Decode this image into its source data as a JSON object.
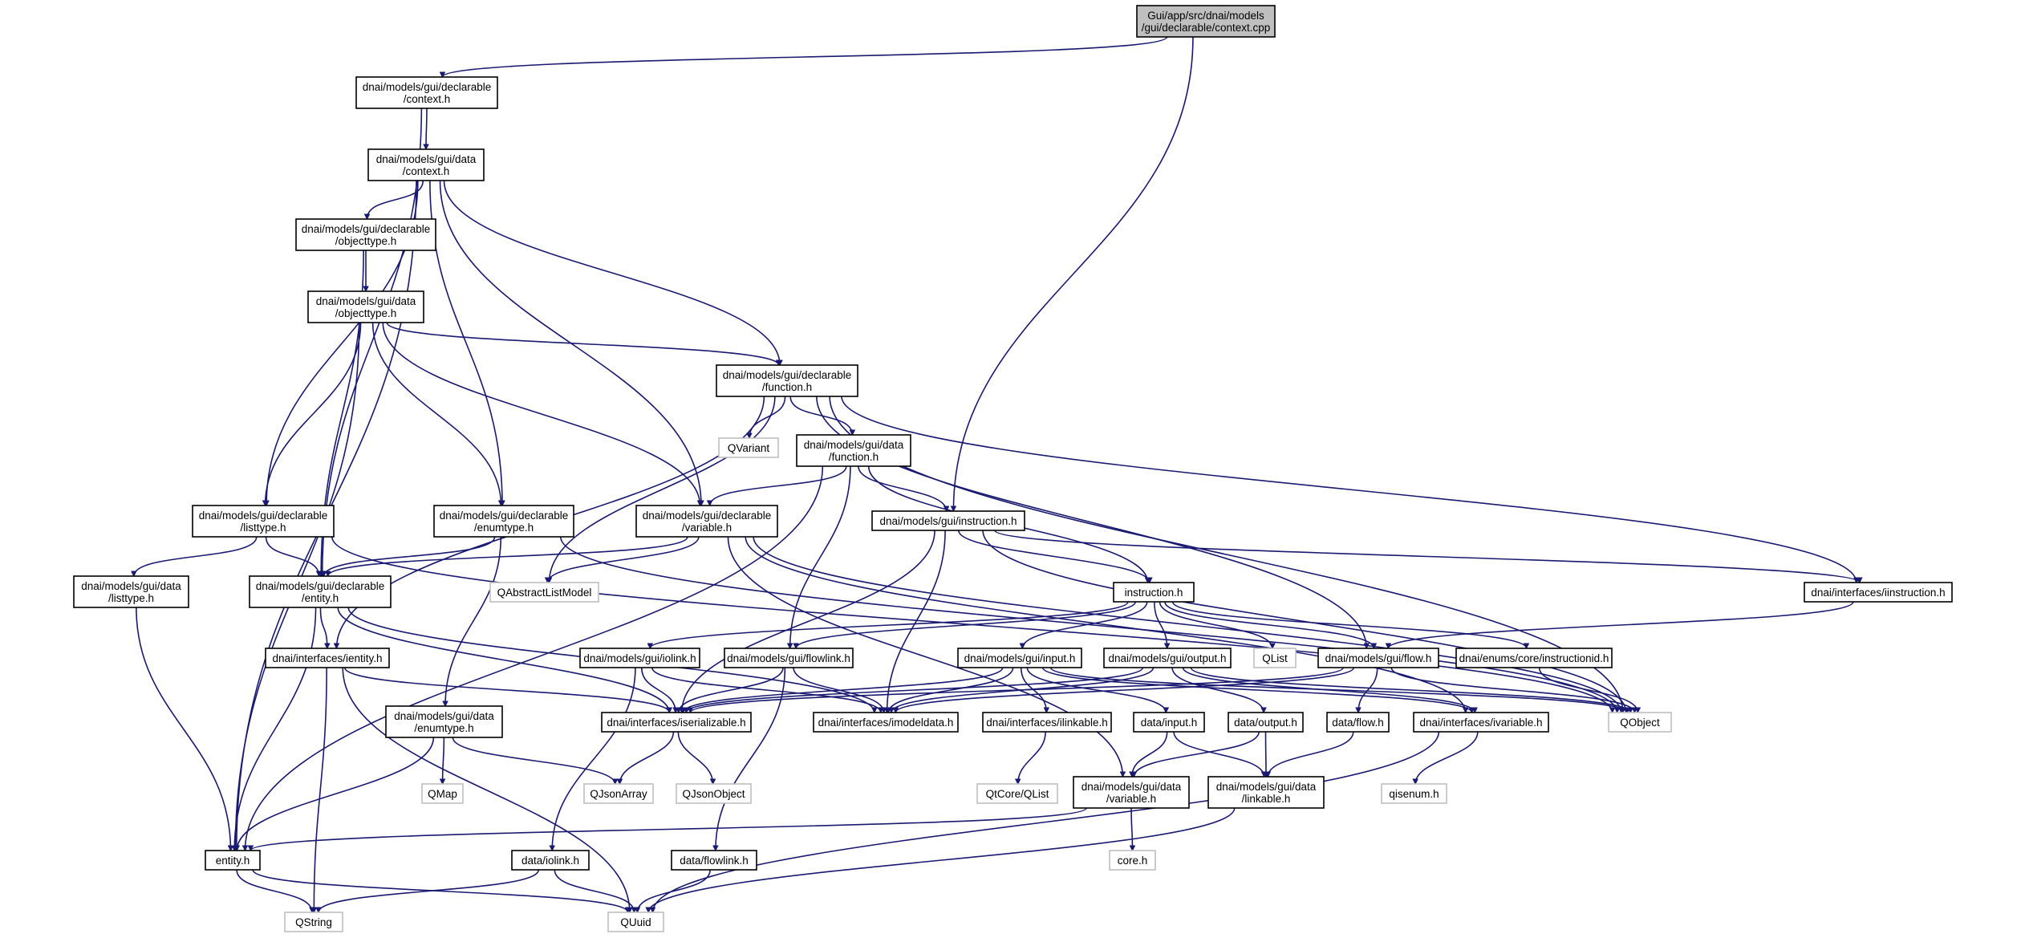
{
  "title": "Gui/app/src/dnai/models/gui/declarable/context.cpp",
  "colors": {
    "edge": "#191970",
    "root_fill": "#bfbfbf",
    "external_border": "#bfbfbf",
    "border": "#000000"
  },
  "nodes": [
    {
      "id": "root",
      "lines": [
        "Gui/app/src/dnai/models",
        "/gui/declarable/context.cpp"
      ],
      "kind": "root"
    },
    {
      "id": "decl_context",
      "lines": [
        "dnai/models/gui/declarable",
        "/context.h"
      ],
      "kind": "file"
    },
    {
      "id": "data_context",
      "lines": [
        "dnai/models/gui/data",
        "/context.h"
      ],
      "kind": "file"
    },
    {
      "id": "decl_objecttype",
      "lines": [
        "dnai/models/gui/declarable",
        "/objecttype.h"
      ],
      "kind": "file"
    },
    {
      "id": "data_objecttype",
      "lines": [
        "dnai/models/gui/data",
        "/objecttype.h"
      ],
      "kind": "file"
    },
    {
      "id": "decl_function",
      "lines": [
        "dnai/models/gui/declarable",
        "/function.h"
      ],
      "kind": "file"
    },
    {
      "id": "qvariant",
      "lines": [
        "QVariant"
      ],
      "kind": "external"
    },
    {
      "id": "data_function",
      "lines": [
        "dnai/models/gui/data",
        "/function.h"
      ],
      "kind": "file"
    },
    {
      "id": "decl_listtype",
      "lines": [
        "dnai/models/gui/declarable",
        "/listtype.h"
      ],
      "kind": "file"
    },
    {
      "id": "decl_enumtype",
      "lines": [
        "dnai/models/gui/declarable",
        "/enumtype.h"
      ],
      "kind": "file"
    },
    {
      "id": "decl_variable",
      "lines": [
        "dnai/models/gui/declarable",
        "/variable.h"
      ],
      "kind": "file"
    },
    {
      "id": "gui_instruction",
      "lines": [
        "dnai/models/gui/instruction.h"
      ],
      "kind": "file"
    },
    {
      "id": "data_listtype",
      "lines": [
        "dnai/models/gui/data",
        "/listtype.h"
      ],
      "kind": "file"
    },
    {
      "id": "decl_entity",
      "lines": [
        "dnai/models/gui/declarable",
        "/entity.h"
      ],
      "kind": "file"
    },
    {
      "id": "qabstractlistmodel",
      "lines": [
        "QAbstractListModel"
      ],
      "kind": "external"
    },
    {
      "id": "instruction",
      "lines": [
        "instruction.h"
      ],
      "kind": "file"
    },
    {
      "id": "iinstruction",
      "lines": [
        "dnai/interfaces/iinstruction.h"
      ],
      "kind": "file"
    },
    {
      "id": "ientity",
      "lines": [
        "dnai/interfaces/ientity.h"
      ],
      "kind": "file"
    },
    {
      "id": "iolink",
      "lines": [
        "dnai/models/gui/iolink.h"
      ],
      "kind": "file"
    },
    {
      "id": "flowlink",
      "lines": [
        "dnai/models/gui/flowlink.h"
      ],
      "kind": "file"
    },
    {
      "id": "input",
      "lines": [
        "dnai/models/gui/input.h"
      ],
      "kind": "file"
    },
    {
      "id": "output",
      "lines": [
        "dnai/models/gui/output.h"
      ],
      "kind": "file"
    },
    {
      "id": "qlist",
      "lines": [
        "QList"
      ],
      "kind": "external"
    },
    {
      "id": "gui_flow",
      "lines": [
        "dnai/models/gui/flow.h"
      ],
      "kind": "file"
    },
    {
      "id": "instructionid",
      "lines": [
        "dnai/enums/core/instructionid.h"
      ],
      "kind": "file"
    },
    {
      "id": "data_enumtype",
      "lines": [
        "dnai/models/gui/data",
        "/enumtype.h"
      ],
      "kind": "file"
    },
    {
      "id": "iserializable",
      "lines": [
        "dnai/interfaces/iserializable.h"
      ],
      "kind": "file"
    },
    {
      "id": "imodeldata",
      "lines": [
        "dnai/interfaces/imodeldata.h"
      ],
      "kind": "file"
    },
    {
      "id": "ilinkable",
      "lines": [
        "dnai/interfaces/ilinkable.h"
      ],
      "kind": "file"
    },
    {
      "id": "data_input",
      "lines": [
        "data/input.h"
      ],
      "kind": "file"
    },
    {
      "id": "data_output",
      "lines": [
        "data/output.h"
      ],
      "kind": "file"
    },
    {
      "id": "data_flow",
      "lines": [
        "data/flow.h"
      ],
      "kind": "file"
    },
    {
      "id": "ivariable",
      "lines": [
        "dnai/interfaces/ivariable.h"
      ],
      "kind": "file"
    },
    {
      "id": "qobject",
      "lines": [
        "QObject"
      ],
      "kind": "external"
    },
    {
      "id": "qmap",
      "lines": [
        "QMap"
      ],
      "kind": "external"
    },
    {
      "id": "qjsonarray",
      "lines": [
        "QJsonArray"
      ],
      "kind": "external"
    },
    {
      "id": "qjsonobject",
      "lines": [
        "QJsonObject"
      ],
      "kind": "external"
    },
    {
      "id": "qtcore_qlist",
      "lines": [
        "QtCore/QList"
      ],
      "kind": "external"
    },
    {
      "id": "data_variable",
      "lines": [
        "dnai/models/gui/data",
        "/variable.h"
      ],
      "kind": "file"
    },
    {
      "id": "data_linkable",
      "lines": [
        "dnai/models/gui/data",
        "/linkable.h"
      ],
      "kind": "file"
    },
    {
      "id": "qisenum",
      "lines": [
        "qisenum.h"
      ],
      "kind": "external"
    },
    {
      "id": "entity",
      "lines": [
        "entity.h"
      ],
      "kind": "file"
    },
    {
      "id": "data_iolink",
      "lines": [
        "data/iolink.h"
      ],
      "kind": "file"
    },
    {
      "id": "data_flowlink",
      "lines": [
        "data/flowlink.h"
      ],
      "kind": "file"
    },
    {
      "id": "core",
      "lines": [
        "core.h"
      ],
      "kind": "external"
    },
    {
      "id": "qstring",
      "lines": [
        "QString"
      ],
      "kind": "external"
    },
    {
      "id": "quuid",
      "lines": [
        "QUuid"
      ],
      "kind": "external"
    }
  ],
  "edges": [
    [
      "root",
      "decl_context"
    ],
    [
      "root",
      "gui_instruction"
    ],
    [
      "decl_context",
      "data_context"
    ],
    [
      "decl_context",
      "decl_entity"
    ],
    [
      "data_context",
      "decl_objecttype"
    ],
    [
      "data_context",
      "decl_listtype"
    ],
    [
      "data_context",
      "decl_enumtype"
    ],
    [
      "data_context",
      "decl_variable"
    ],
    [
      "data_context",
      "decl_function"
    ],
    [
      "data_context",
      "entity"
    ],
    [
      "decl_objecttype",
      "data_objecttype"
    ],
    [
      "decl_objecttype",
      "decl_entity"
    ],
    [
      "data_objecttype",
      "decl_function"
    ],
    [
      "data_objecttype",
      "decl_listtype"
    ],
    [
      "data_objecttype",
      "decl_enumtype"
    ],
    [
      "data_objecttype",
      "decl_variable"
    ],
    [
      "data_objecttype",
      "entity"
    ],
    [
      "decl_function",
      "qvariant"
    ],
    [
      "decl_function",
      "data_function"
    ],
    [
      "decl_function",
      "qabstractlistmodel"
    ],
    [
      "decl_function",
      "ientity"
    ],
    [
      "decl_function",
      "iinstruction"
    ],
    [
      "decl_function",
      "gui_flow"
    ],
    [
      "decl_function",
      "qobject"
    ],
    [
      "data_function",
      "decl_variable"
    ],
    [
      "data_function",
      "gui_instruction"
    ],
    [
      "data_function",
      "instruction"
    ],
    [
      "data_function",
      "flowlink"
    ],
    [
      "data_function",
      "entity"
    ],
    [
      "decl_listtype",
      "data_listtype"
    ],
    [
      "decl_listtype",
      "decl_entity"
    ],
    [
      "decl_listtype",
      "qobject"
    ],
    [
      "decl_enumtype",
      "decl_entity"
    ],
    [
      "decl_enumtype",
      "data_enumtype"
    ],
    [
      "decl_enumtype",
      "qobject"
    ],
    [
      "decl_variable",
      "decl_entity"
    ],
    [
      "decl_variable",
      "qabstractlistmodel"
    ],
    [
      "decl_variable",
      "data_variable"
    ],
    [
      "decl_variable",
      "ivariable"
    ],
    [
      "decl_variable",
      "qobject"
    ],
    [
      "gui_instruction",
      "instruction"
    ],
    [
      "gui_instruction",
      "iserializable"
    ],
    [
      "gui_instruction",
      "imodeldata"
    ],
    [
      "gui_instruction",
      "iinstruction"
    ],
    [
      "gui_instruction",
      "qobject"
    ],
    [
      "data_listtype",
      "entity"
    ],
    [
      "decl_entity",
      "ientity"
    ],
    [
      "decl_entity",
      "iserializable"
    ],
    [
      "decl_entity",
      "imodeldata"
    ],
    [
      "decl_entity",
      "entity"
    ],
    [
      "instruction",
      "iolink"
    ],
    [
      "instruction",
      "flowlink"
    ],
    [
      "instruction",
      "input"
    ],
    [
      "instruction",
      "output"
    ],
    [
      "instruction",
      "qlist"
    ],
    [
      "instruction",
      "gui_flow"
    ],
    [
      "instruction",
      "instructionid"
    ],
    [
      "iinstruction",
      "gui_flow"
    ],
    [
      "ientity",
      "iserializable"
    ],
    [
      "ientity",
      "qstring"
    ],
    [
      "ientity",
      "quuid"
    ],
    [
      "iolink",
      "iserializable"
    ],
    [
      "iolink",
      "imodeldata"
    ],
    [
      "iolink",
      "data_iolink"
    ],
    [
      "flowlink",
      "iserializable"
    ],
    [
      "flowlink",
      "imodeldata"
    ],
    [
      "flowlink",
      "data_flowlink"
    ],
    [
      "input",
      "iserializable"
    ],
    [
      "input",
      "imodeldata"
    ],
    [
      "input",
      "ilinkable"
    ],
    [
      "input",
      "data_input"
    ],
    [
      "input",
      "ivariable"
    ],
    [
      "input",
      "qobject"
    ],
    [
      "output",
      "iserializable"
    ],
    [
      "output",
      "imodeldata"
    ],
    [
      "output",
      "data_output"
    ],
    [
      "output",
      "ivariable"
    ],
    [
      "output",
      "qobject"
    ],
    [
      "gui_flow",
      "iserializable"
    ],
    [
      "gui_flow",
      "imodeldata"
    ],
    [
      "gui_flow",
      "data_flow"
    ],
    [
      "gui_flow",
      "qobject"
    ],
    [
      "instructionid",
      "qobject"
    ],
    [
      "data_enumtype",
      "qmap"
    ],
    [
      "data_enumtype",
      "qjsonarray"
    ],
    [
      "data_enumtype",
      "entity"
    ],
    [
      "iserializable",
      "qjsonarray"
    ],
    [
      "iserializable",
      "qjsonobject"
    ],
    [
      "ilinkable",
      "qtcore_qlist"
    ],
    [
      "data_input",
      "data_variable"
    ],
    [
      "data_input",
      "data_linkable"
    ],
    [
      "data_output",
      "data_variable"
    ],
    [
      "data_output",
      "data_linkable"
    ],
    [
      "data_flow",
      "data_linkable"
    ],
    [
      "ivariable",
      "qisenum"
    ],
    [
      "ivariable",
      "quuid"
    ],
    [
      "data_variable",
      "core"
    ],
    [
      "data_variable",
      "entity"
    ],
    [
      "data_linkable",
      "quuid"
    ],
    [
      "entity",
      "qstring"
    ],
    [
      "entity",
      "quuid"
    ],
    [
      "data_iolink",
      "qstring"
    ],
    [
      "data_iolink",
      "quuid"
    ],
    [
      "data_flowlink",
      "quuid"
    ]
  ]
}
